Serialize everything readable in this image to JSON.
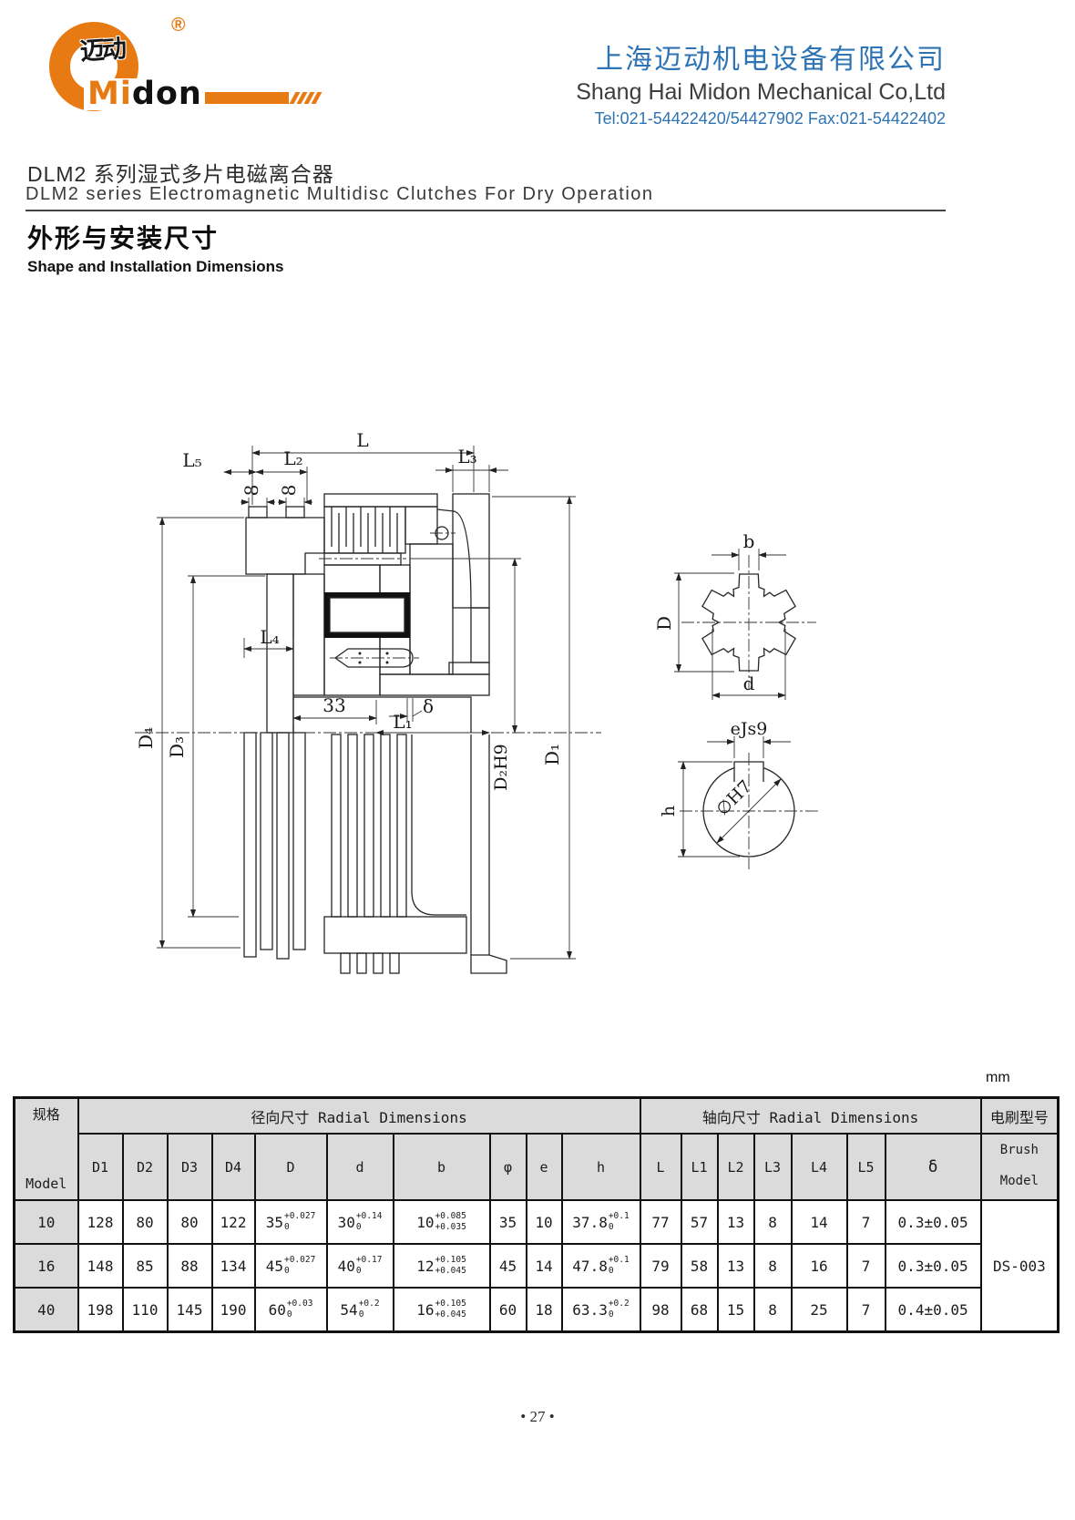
{
  "brand": {
    "logo_zh": "迈动",
    "logo_mi": "Mi",
    "logo_don": "don",
    "registered": "®",
    "orange": "#E87A14"
  },
  "company": {
    "name_zh": "上海迈动机电设备有限公司",
    "name_en": "Shang Hai Midon Mechanical Co,Ltd",
    "contact": "Tel:021-54422420/54427902 Fax:021-54422402",
    "blue": "#2E74B5"
  },
  "titles": {
    "series_zh": "DLM2 系列湿式多片电磁离合器",
    "series_en": "DLM2 series Electromagnetic Multidisc Clutches For Dry Operation",
    "section_zh": "外形与安装尺寸",
    "section_en": "Shape and Installation Dimensions"
  },
  "drawing": {
    "labels": {
      "L": "L",
      "L5": "L₅",
      "L2": "L₂",
      "L3": "L₃",
      "L4": "L₄",
      "L1": "L₁",
      "n8a": "8",
      "n8b": "8",
      "n33": "33",
      "delta": "δ",
      "D4": "D₄",
      "D3": "D₃",
      "D2H9": "D₂H9",
      "D1": "D₁",
      "b": "b",
      "D": "D",
      "d": "d",
      "eJs9": "eJs9",
      "h": "h",
      "phiH7": "∅H7"
    }
  },
  "table": {
    "unit": "mm",
    "model_header_zh": "规格",
    "model_header_en": "Model",
    "radial_group": "径向尺寸 Radial Dimensions",
    "axial_group": "轴向尺寸 Radial Dimensions",
    "brush_header_zh": "电刷型号",
    "brush_header_en_1": "Brush",
    "brush_header_en_2": "Model",
    "columns": [
      "D1",
      "D2",
      "D3",
      "D4",
      "D",
      "d",
      "b",
      "φ",
      "e",
      "h",
      "L",
      "L1",
      "L2",
      "L3",
      "L4",
      "L5",
      "δ"
    ],
    "brush_model": "DS-003",
    "rows": [
      {
        "model": "10",
        "values": [
          "128",
          "80",
          "80",
          "122",
          {
            "base": "35",
            "sub": "0",
            "sup": "+0.027"
          },
          {
            "base": "30",
            "sub": "0",
            "sup": "+0.14"
          },
          {
            "base": "10",
            "sub": "+0.035",
            "sup": "+0.085"
          },
          "35",
          "10",
          {
            "base": "37.8",
            "sub": "0",
            "sup": "+0.1"
          },
          "77",
          "57",
          "13",
          "8",
          "14",
          "7",
          "0.3±0.05"
        ]
      },
      {
        "model": "16",
        "values": [
          "148",
          "85",
          "88",
          "134",
          {
            "base": "45",
            "sub": "0",
            "sup": "+0.027"
          },
          {
            "base": "40",
            "sub": "0",
            "sup": "+0.17"
          },
          {
            "base": "12",
            "sub": "+0.045",
            "sup": "+0.105"
          },
          "45",
          "14",
          {
            "base": "47.8",
            "sub": "0",
            "sup": "+0.1"
          },
          "79",
          "58",
          "13",
          "8",
          "16",
          "7",
          "0.3±0.05"
        ]
      },
      {
        "model": "40",
        "values": [
          "198",
          "110",
          "145",
          "190",
          {
            "base": "60",
            "sub": "0",
            "sup": "+0.03"
          },
          {
            "base": "54",
            "sub": "0",
            "sup": "+0.2"
          },
          {
            "base": "16",
            "sub": "+0.045",
            "sup": "+0.105"
          },
          "60",
          "18",
          {
            "base": "63.3",
            "sub": "0",
            "sup": "+0.2"
          },
          "98",
          "68",
          "15",
          "8",
          "25",
          "7",
          "0.4±0.05"
        ]
      }
    ]
  },
  "footer": {
    "page": "• 27 •"
  }
}
